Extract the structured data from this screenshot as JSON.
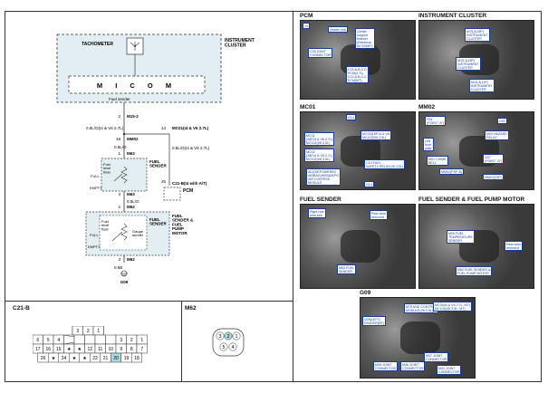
{
  "schematic": {
    "instrument_cluster": "INSTRUMENT\nCLUSTER",
    "tachometer": "TACHOMETER",
    "micom": "M I C O M",
    "fuel_sender_sig": "Fuel sender",
    "pin_2": "2",
    "m15_2": "M15-2",
    "wire_top": "0.5L/O(I4 & V6 2.7L)",
    "pin_18": "18",
    "mm02": "MM02",
    "wire_mm02": "0.5L/O",
    "pin_1": "1",
    "m63": "M63",
    "wire_pcm_l": "0.5L/O(I4 & V6 2.7L)",
    "pin_14": "14",
    "mc01": "MC01(I4 & V6 2.7L)",
    "wire_pcm_r": "0.5L/O(I4 & V6 2.7L)",
    "fuel_sender_label": "FUEL\nSENDER",
    "full": "FULL",
    "empty": "EMPTY",
    "fuel_level_float": "Fuel\nlevel\nfloat",
    "pin_25": "25",
    "c21b": "C21-B(I4 with A/T)",
    "pcm": "PCM",
    "pin_3": "3",
    "m63b": "M63",
    "wire_mid": "0.5L/O",
    "pin_2b": "2",
    "m62": "M62",
    "fs_pump_label": "FUEL\nSENDER &\nFUEL\nPUMP\nMOTOR",
    "fuel_sender_box": "FUEL\nSENDER",
    "gauge_sender": "Gauge\nsender",
    "fuel_level_float2": "Fuel\nlevel\nfloat",
    "full2": "FULL",
    "empty2": "EMPTY",
    "pin_3b": "3",
    "m62b": "M62",
    "wire_gnd": "0.5B",
    "g09": "G09"
  },
  "connectors": {
    "c21b_title": "C21-B",
    "m62_title": "M62",
    "c21b_top": [
      "3",
      "2",
      "1"
    ],
    "c21b_row1": [
      "6",
      "5",
      "4",
      "",
      "",
      "",
      "",
      "",
      "3",
      "2",
      "1"
    ],
    "c21b_row2": [
      "17",
      "16",
      "15",
      "★",
      "★",
      "12",
      "11",
      "10",
      "9",
      "8",
      "7"
    ],
    "c21b_row3": [
      "26",
      "★",
      "24",
      "★",
      "★",
      "22",
      "21",
      "20",
      "19",
      "18"
    ],
    "m62_pins": [
      "3",
      "2",
      "1",
      "5",
      "4"
    ]
  },
  "photos": [
    {
      "title": "PCM",
      "callouts": [
        "14",
        "Center\nsupport\nbracket\n(Electrical\nfor SOMP.)",
        "Heater unit",
        "C36 JOINT\nCONNECTOR",
        "C21-A,B,C,D\nPCM(4.7L)\nC22-A,B,C,D\nECM(MT)"
      ]
    },
    {
      "title": "INSTRUMENT CLUSTER",
      "callouts": [
        "M15-2(15P)\nINSTRUMENT\nCLUSTER",
        "M15-1(15P)\nINSTRUMENT\nCLUSTER",
        "M15-3(11P)\nINSTRUMENT\nCLUSTER"
      ]
    },
    {
      "title": "MC01",
      "callouts": [
        "G14",
        "MC01\n(28P,I4 & V6 2.7L)\nMC101(V6 3.5L)",
        "MC02\n(28P,I4 & V6 2.7L)\nMC102(V6 3.5L)",
        "A01(DEPOWERED\nAIRBAG)/M03(DEPO\nAIR CONTROL\nMODULE",
        "MC02(16P I4 & V6\nMC102(V6 3.5L)",
        "C10 FUEL\nSAFETY RELAY(V6 3.5L)",
        "G14"
      ]
    },
    {
      "title": "MM02",
      "callouts": [
        "G01\n(POINT \"A\")",
        "Left\nfront\npillar",
        "M01 CHIME\nBELL",
        "MM02(PSP-B)",
        "G07\n(POINT \"A\")",
        "M03 HAZARD\nRELAY",
        "G01",
        "MM02(23P)"
      ]
    },
    {
      "title": "FUEL SENDER",
      "callouts": [
        "Right rear\nseat belt",
        "Rear seat\nremoved",
        "M63 FUEL\nSENDER"
      ]
    },
    {
      "title": "FUEL SENDER & FUEL PUMP MOTOR",
      "callouts": [
        "M05 FUEL\nTEMPERATURE\nSENDER",
        "Rear seat\nremoved",
        "M62 FUEL SENDER &\nFUEL PUMP MOTOR"
      ]
    },
    {
      "title": "G09",
      "callouts": [
        "G09(LEFT)\nDIVIDER(MT)",
        "M75 AND CONTROL\nMODULE(V6 3.5L)",
        "MC04(I4 & V6 2.7L, MT)\nMC104(V6 3.5L, MT)",
        "M06 JOINT\nCONNECTOR",
        "M46 JOINT\nCONNECTOR",
        "M47 JOINT\nCONNECTOR",
        "M41 JOINT\nCONNECTOR"
      ]
    }
  ]
}
